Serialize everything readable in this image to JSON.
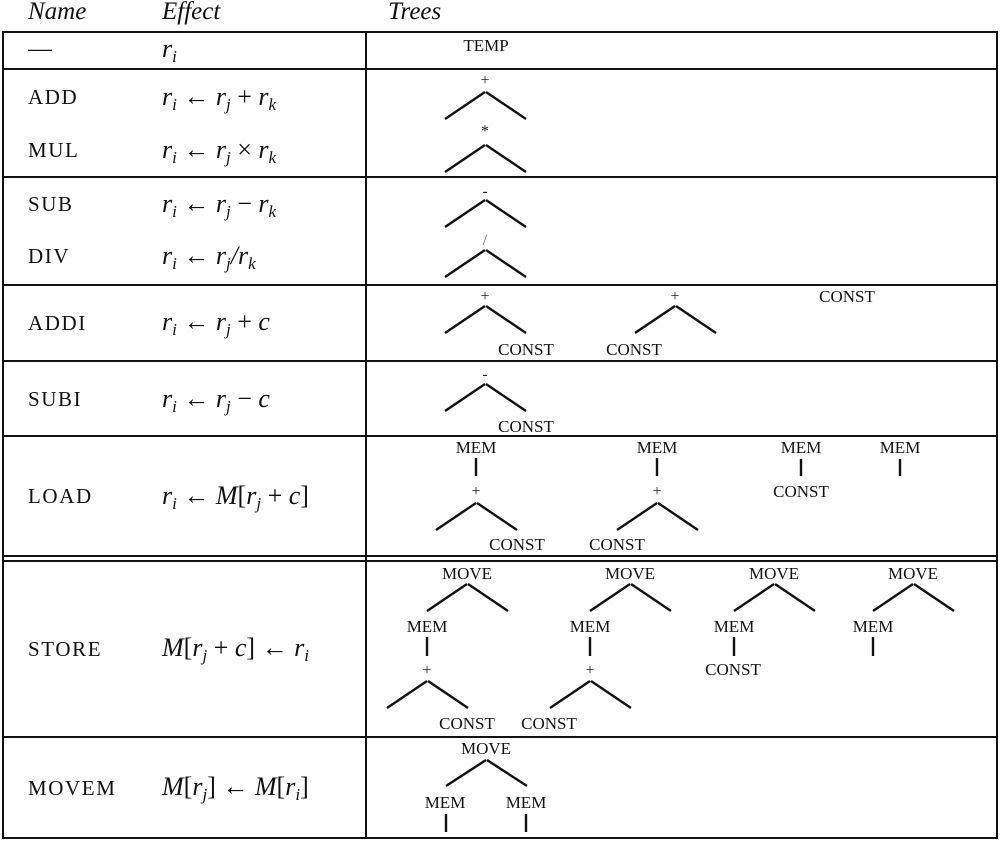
{
  "headers": {
    "name": "Name",
    "effect": "Effect",
    "trees": "Trees"
  },
  "rows": [
    {
      "name": "—",
      "effect": [
        [
          "v",
          "r"
        ],
        [
          "s",
          "i"
        ]
      ]
    },
    {
      "name": "ADD",
      "effect": [
        [
          "v",
          "r"
        ],
        [
          "s",
          "i"
        ],
        [
          "o",
          " ← "
        ],
        [
          "v",
          "r"
        ],
        [
          "s",
          "j"
        ],
        [
          "o",
          " + "
        ],
        [
          "v",
          "r"
        ],
        [
          "s",
          "k"
        ]
      ]
    },
    {
      "name": "MUL",
      "effect": [
        [
          "v",
          "r"
        ],
        [
          "s",
          "i"
        ],
        [
          "o",
          " ← "
        ],
        [
          "v",
          "r"
        ],
        [
          "s",
          "j"
        ],
        [
          "o",
          " × "
        ],
        [
          "v",
          "r"
        ],
        [
          "s",
          "k"
        ]
      ]
    },
    {
      "name": "SUB",
      "effect": [
        [
          "v",
          "r"
        ],
        [
          "s",
          "i"
        ],
        [
          "o",
          " ← "
        ],
        [
          "v",
          "r"
        ],
        [
          "s",
          "j"
        ],
        [
          "o",
          " − "
        ],
        [
          "v",
          "r"
        ],
        [
          "s",
          "k"
        ]
      ]
    },
    {
      "name": "DIV",
      "effect": [
        [
          "v",
          "r"
        ],
        [
          "s",
          "i"
        ],
        [
          "o",
          " ← "
        ],
        [
          "v",
          "r"
        ],
        [
          "s",
          "j"
        ],
        [
          "v",
          "/r"
        ],
        [
          "s",
          "k"
        ]
      ]
    },
    {
      "name": "ADDI",
      "effect": [
        [
          "v",
          "r"
        ],
        [
          "s",
          "i"
        ],
        [
          "o",
          " ← "
        ],
        [
          "v",
          "r"
        ],
        [
          "s",
          "j"
        ],
        [
          "o",
          " + "
        ],
        [
          "v",
          "c"
        ]
      ]
    },
    {
      "name": "SUBI",
      "effect": [
        [
          "v",
          "r"
        ],
        [
          "s",
          "i"
        ],
        [
          "o",
          " ← "
        ],
        [
          "v",
          "r"
        ],
        [
          "s",
          "j"
        ],
        [
          "o",
          " − "
        ],
        [
          "v",
          "c"
        ]
      ]
    },
    {
      "name": "LOAD",
      "effect": [
        [
          "v",
          "r"
        ],
        [
          "s",
          "i"
        ],
        [
          "o",
          " ← "
        ],
        [
          "v",
          "M"
        ],
        [
          "o",
          "["
        ],
        [
          "v",
          "r"
        ],
        [
          "s",
          "j"
        ],
        [
          "o",
          " + "
        ],
        [
          "v",
          "c"
        ],
        [
          "o",
          "]"
        ]
      ]
    },
    {
      "name": "STORE",
      "effect": [
        [
          "v",
          "M"
        ],
        [
          "o",
          "["
        ],
        [
          "v",
          "r"
        ],
        [
          "s",
          "j"
        ],
        [
          "o",
          " + "
        ],
        [
          "v",
          "c"
        ],
        [
          "o",
          "] ← "
        ],
        [
          "v",
          "r"
        ],
        [
          "s",
          "i"
        ]
      ]
    },
    {
      "name": "MOVEM",
      "effect": [
        [
          "v",
          "M"
        ],
        [
          "o",
          "["
        ],
        [
          "v",
          "r"
        ],
        [
          "s",
          "j"
        ],
        [
          "o",
          "] ← "
        ],
        [
          "v",
          "M"
        ],
        [
          "o",
          "["
        ],
        [
          "v",
          "r"
        ],
        [
          "s",
          "i"
        ],
        [
          "o",
          "]"
        ]
      ]
    }
  ],
  "tree_labels": {
    "temp": "TEMP",
    "plus": "+",
    "times": "*",
    "minus": "-",
    "div": "/",
    "const": "CONST",
    "mem": "MEM",
    "move": "MOVE"
  }
}
